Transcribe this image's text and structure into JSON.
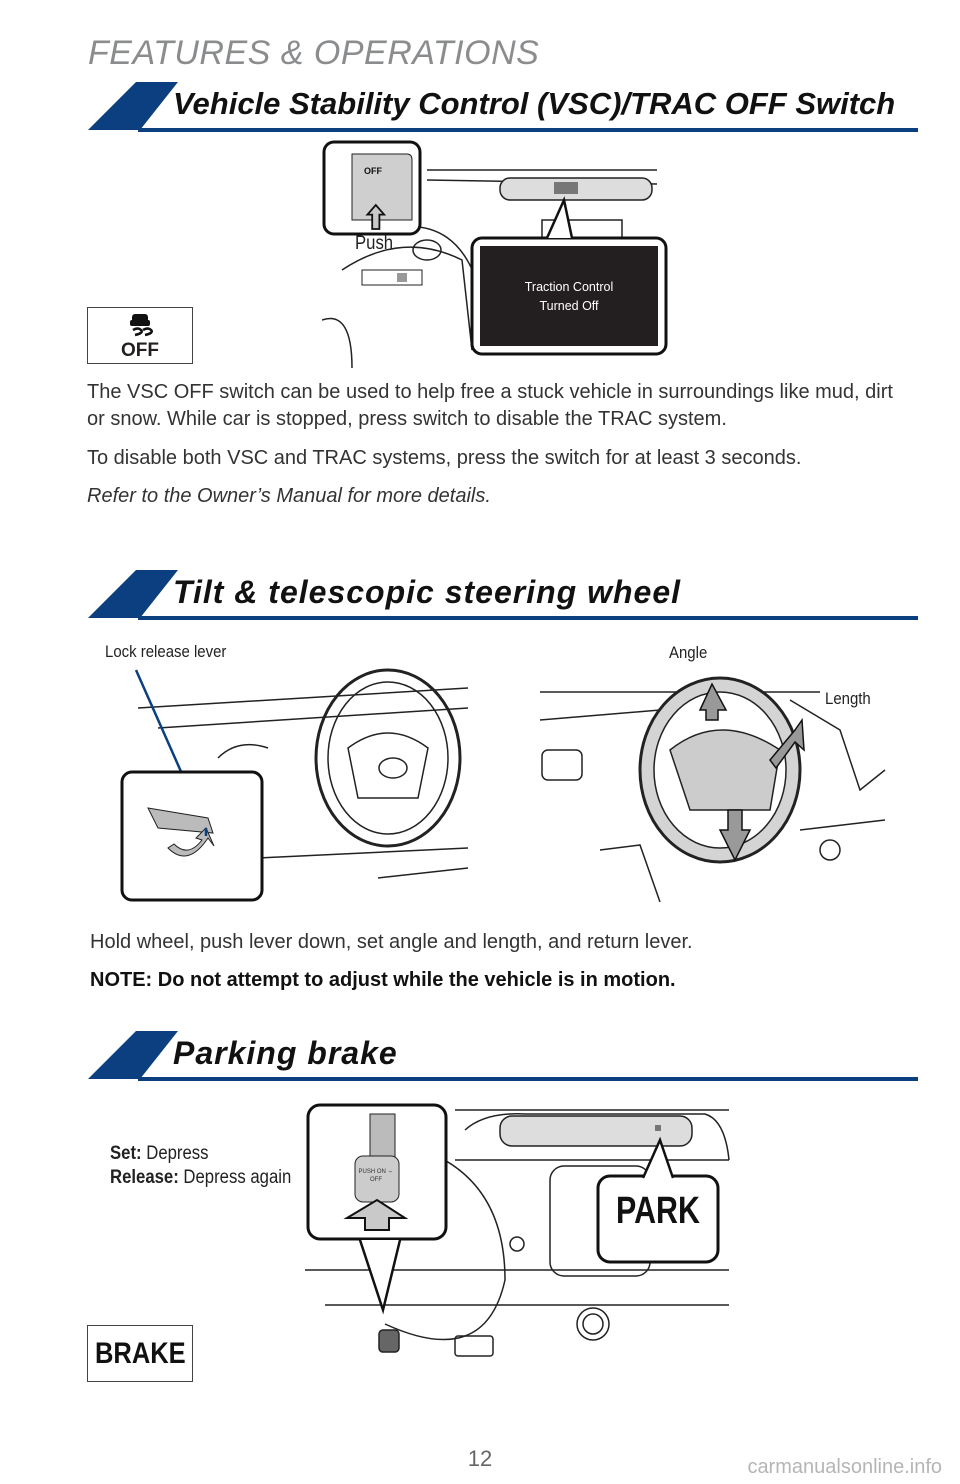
{
  "chapter": "FEATURES & OPERATIONS",
  "sections": {
    "vsc": {
      "title": "Vehicle Stability Control (VSC)/TRAC OFF Switch",
      "icon_label": "OFF",
      "push_label": "Push",
      "display_line1": "Traction Control",
      "display_line2": "Turned Off",
      "para1": "The VSC OFF switch can be used to help free a stuck vehicle in surroundings like mud, dirt or snow. While car is stopped, press switch to disable the TRAC system.",
      "para2": "To disable both VSC and TRAC systems, press the switch for at least 3 seconds.",
      "note": "Refer to the Owner’s Manual for more details."
    },
    "tilt": {
      "title": "Tilt & telescopic steering wheel",
      "lock_label": "Lock release lever",
      "angle_label": "Angle",
      "length_label": "Length",
      "para": "Hold wheel, push lever down, set angle and length, and return lever.",
      "note": "NOTE: Do not attempt to adjust while the vehicle is in motion."
    },
    "parking": {
      "title": "Parking brake",
      "set_key": "Set:",
      "set_val": " Depress",
      "release_key": "Release:",
      "release_val": " Depress again",
      "park_label": "PARK",
      "pedal_text": "PUSH ON ⇔ OFF",
      "icon_label": "BRAKE"
    }
  },
  "page_number": "12",
  "watermark": "carmanualsonline.info",
  "colors": {
    "accent": "#0b3f7f"
  }
}
